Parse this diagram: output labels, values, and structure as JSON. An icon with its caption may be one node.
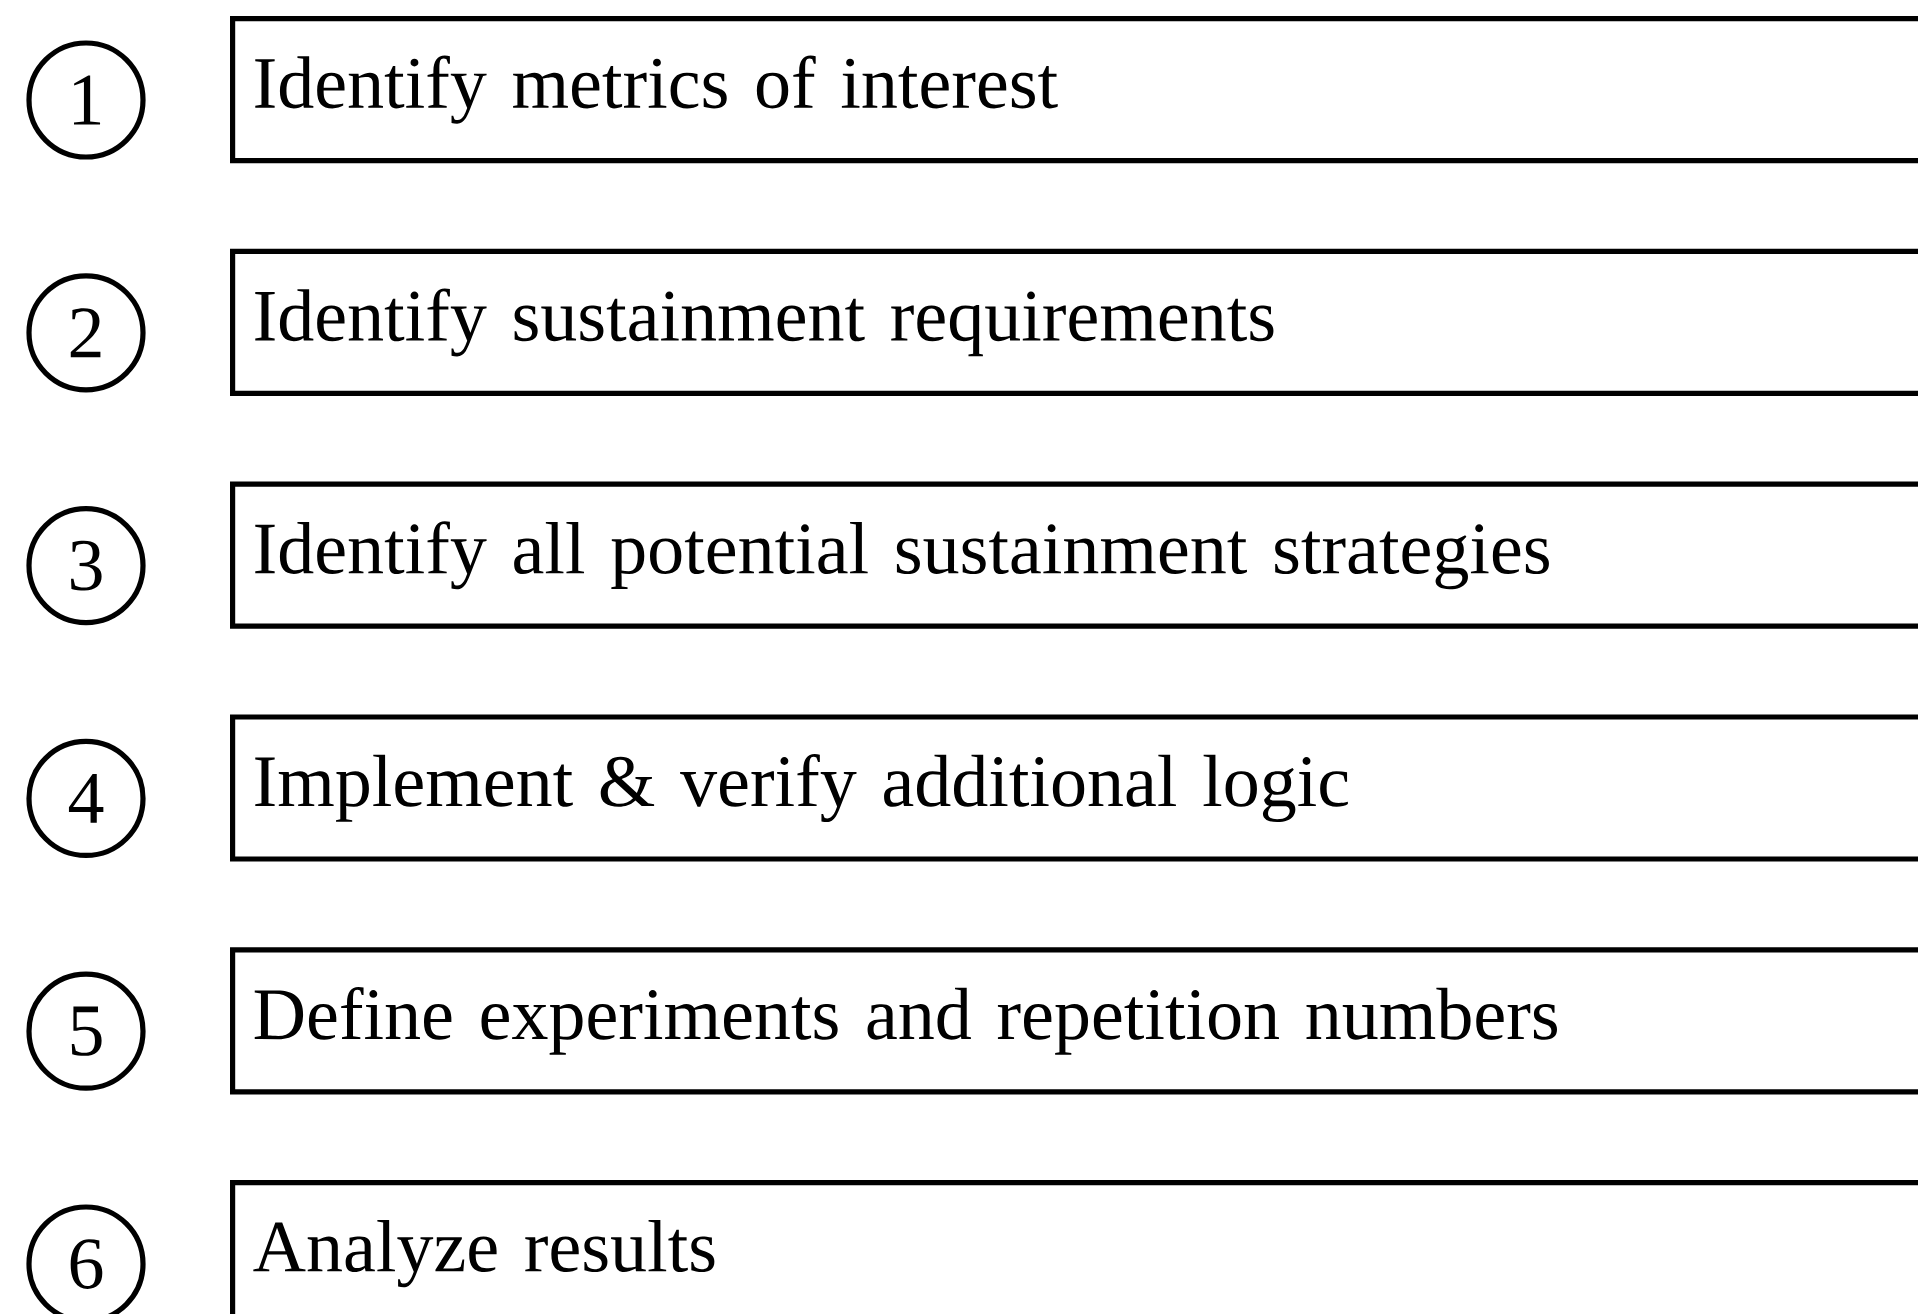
{
  "diagram": {
    "nodes": [
      {
        "text": [
          "1"
        ]
      },
      {
        "text": [
          "Identify metrics of interest"
        ]
      },
      {
        "text": [
          "2"
        ]
      },
      {
        "text": [
          "Identify sustainment requirements"
        ]
      },
      {
        "text": [
          "3"
        ]
      },
      {
        "text": [
          "Identify all potential sustainment strategies"
        ]
      },
      {
        "text": [
          "4"
        ]
      },
      {
        "text": [
          "Implement & verify additional logic"
        ]
      },
      {
        "text": [
          "5"
        ]
      },
      {
        "text": [
          "Define experiments and repetition numbers"
        ]
      },
      {
        "text": [
          "6"
        ]
      },
      {
        "text": [
          "Analyze results"
        ]
      }
    ]
  }
}
